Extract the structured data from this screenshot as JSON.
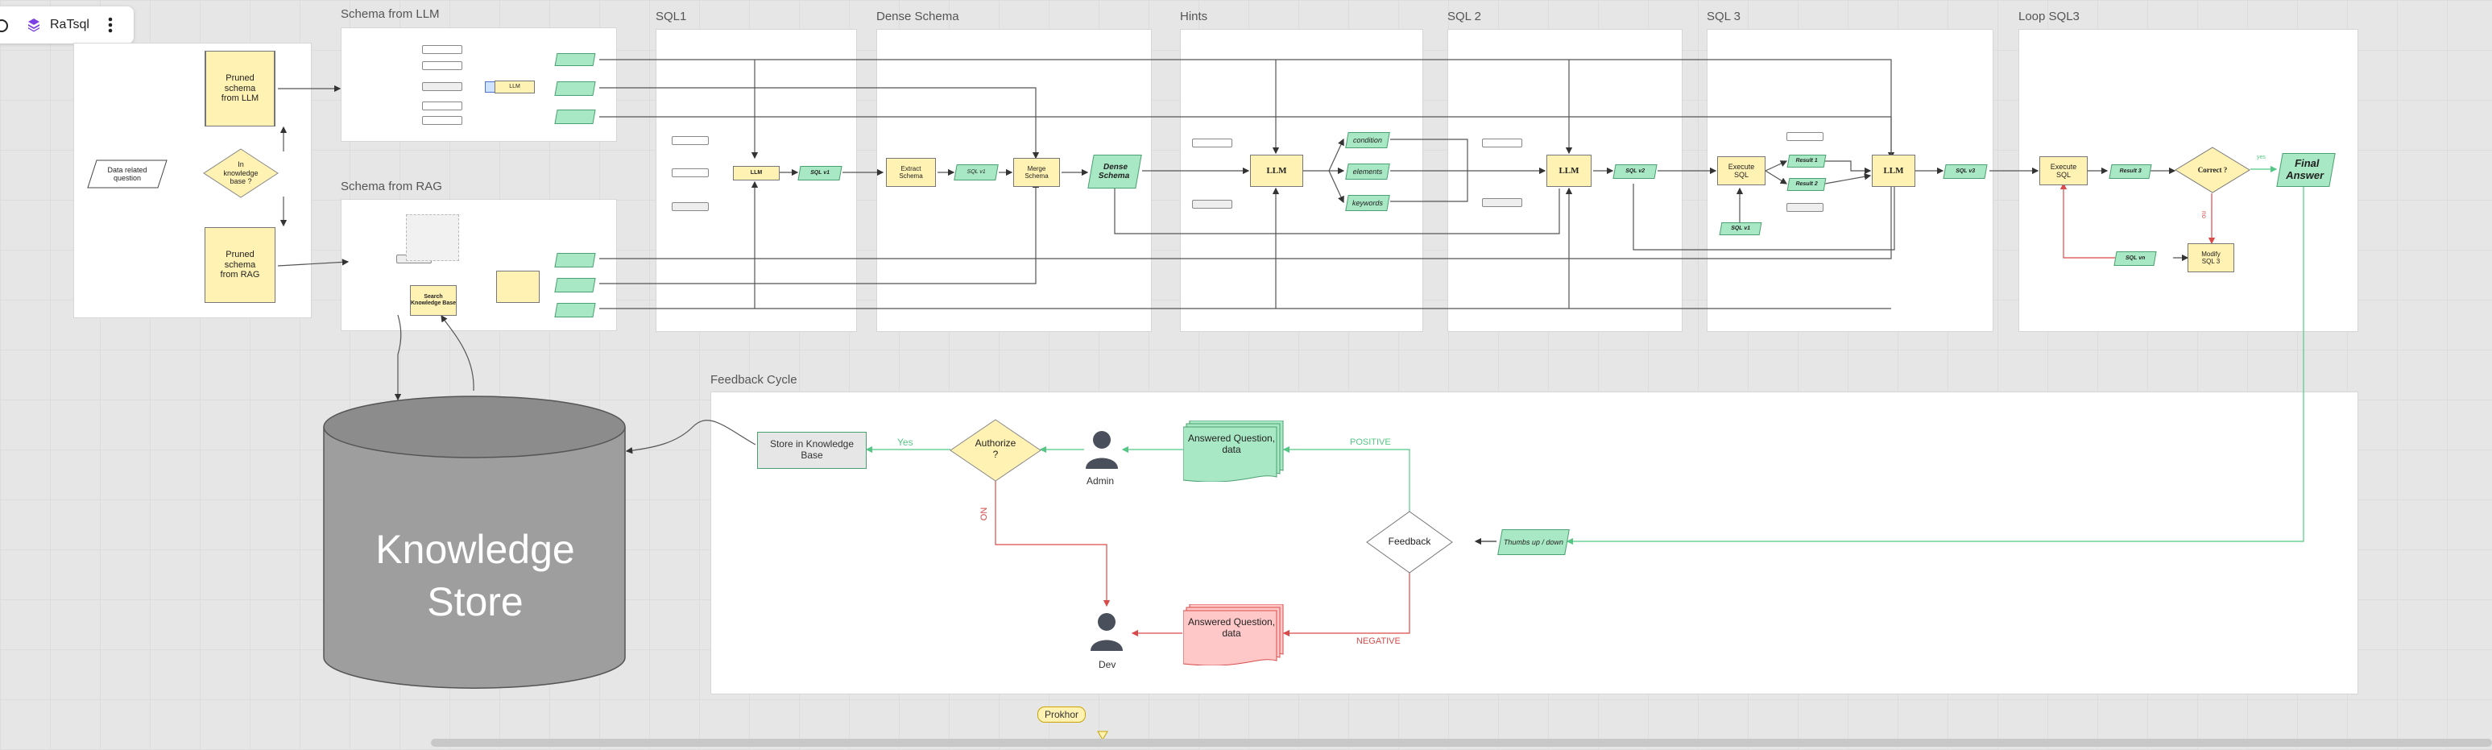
{
  "app": {
    "name": "RaTsql",
    "logo_icon": "cube-stack-icon",
    "menu_icon": "more-vertical-icon"
  },
  "frames": {
    "schema_llm": "Schema from LLM",
    "schema_rag": "Schema from RAG",
    "sql1": "SQL1",
    "dense": "Dense Schema",
    "hints": "Hints",
    "sql2": "SQL 2",
    "sql3": "SQL 3",
    "loop": "Loop SQL3",
    "feedback": "Feedback Cycle"
  },
  "nodes": {
    "pruned_llm": "Pruned schema from LLM",
    "pruned_rag": "Pruned schema from RAG",
    "in_kb": "In knowledge base ?",
    "data_question": "Data related question",
    "llm": "LLM",
    "dense_schema": "Dense Schema",
    "extract_schema": "Extract Schema",
    "merge_schema": "Merge Schema",
    "sql_v1": "SQL v1",
    "sql_v2": "SQL v2",
    "sql_v3": "SQL v3",
    "sql_vn": "SQL vn",
    "condition": "condition",
    "elements": "elements",
    "keywords": "keywords",
    "execute_sql": "Execute SQL",
    "result_1": "Result 1",
    "result_2": "Result 2",
    "result_3": "Result 3",
    "correct": "Correct ?",
    "modify_sql": "Modify SQL 3",
    "final_answer": "Final Answer",
    "no": "no",
    "yes_small": "yes",
    "search_kb": "Search Knowledge Base"
  },
  "feedback": {
    "store_kb": "Store in Knowledge Base",
    "authorize": "Authorize ?",
    "yes": "Yes",
    "no": "NO",
    "admin": "Admin",
    "dev": "Dev",
    "answered_pos": "Answered Question, data",
    "answered_neg": "Answered Question, data",
    "positive": "POSITIVE",
    "negative": "NEGATIVE",
    "feedback": "Feedback",
    "thumbs": "Thumbs up / down"
  },
  "knowledge_store": "Knowledge Store",
  "cursor_user": "Prokhor",
  "colors": {
    "yellow": "#fff2b3",
    "green": "#a9e8c4",
    "pink": "#ffc8c8",
    "grey_db": "#9e9e9e",
    "pos_line": "#55c785",
    "neg_line": "#d94b4b",
    "purple": "#7b3fe4"
  }
}
